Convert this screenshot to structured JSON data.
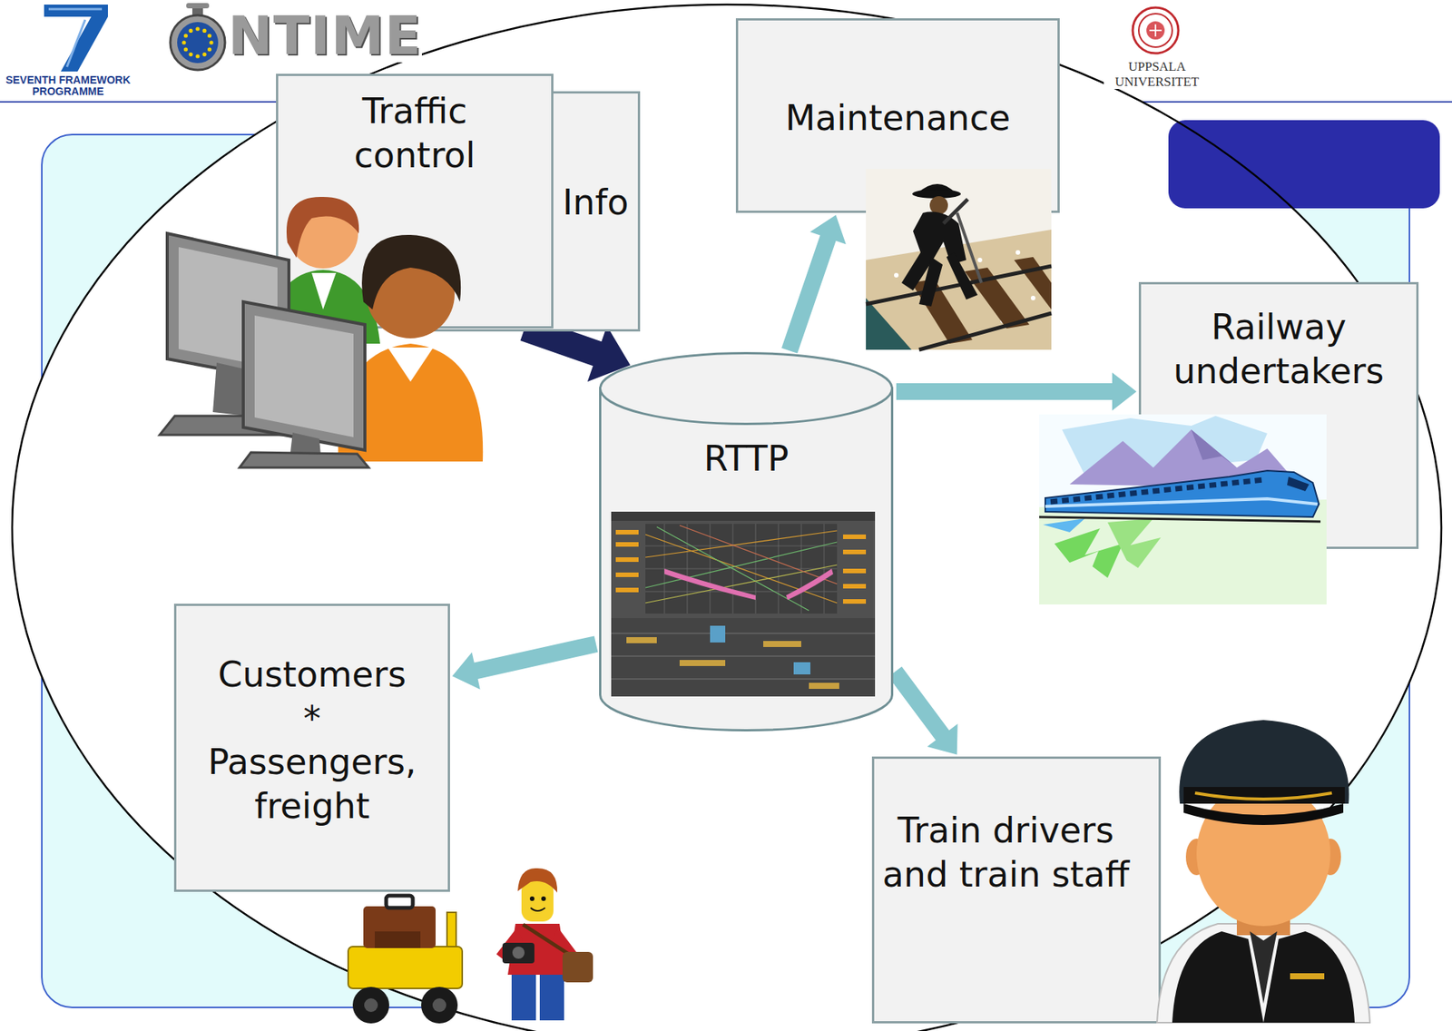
{
  "diagram": {
    "nodes": [
      {
        "text": [
          "Traffic control"
        ]
      },
      {
        "text": [
          "Info"
        ]
      },
      {
        "text": [
          "Maintenance"
        ]
      },
      {
        "text": [
          "RTTP"
        ]
      },
      {
        "text": [
          "Railway undertakers"
        ]
      },
      {
        "text": [
          "Customers * Passengers, freight"
        ]
      },
      {
        "text": [
          "Train drivers and train staff"
        ]
      }
    ],
    "edges": [
      {
        "from": 0,
        "to": 3,
        "arrow": "to"
      },
      {
        "from": 3,
        "to": 2,
        "arrow": "to"
      },
      {
        "from": 3,
        "to": 4,
        "arrow": "to"
      },
      {
        "from": 3,
        "to": 5,
        "arrow": "to"
      },
      {
        "from": 3,
        "to": 6,
        "arrow": "to"
      }
    ],
    "labels": [
      "SEVENTH FRAMEWORK PROGRAMME",
      "NTIME",
      "UPPSALA UNIVERSITET"
    ]
  }
}
